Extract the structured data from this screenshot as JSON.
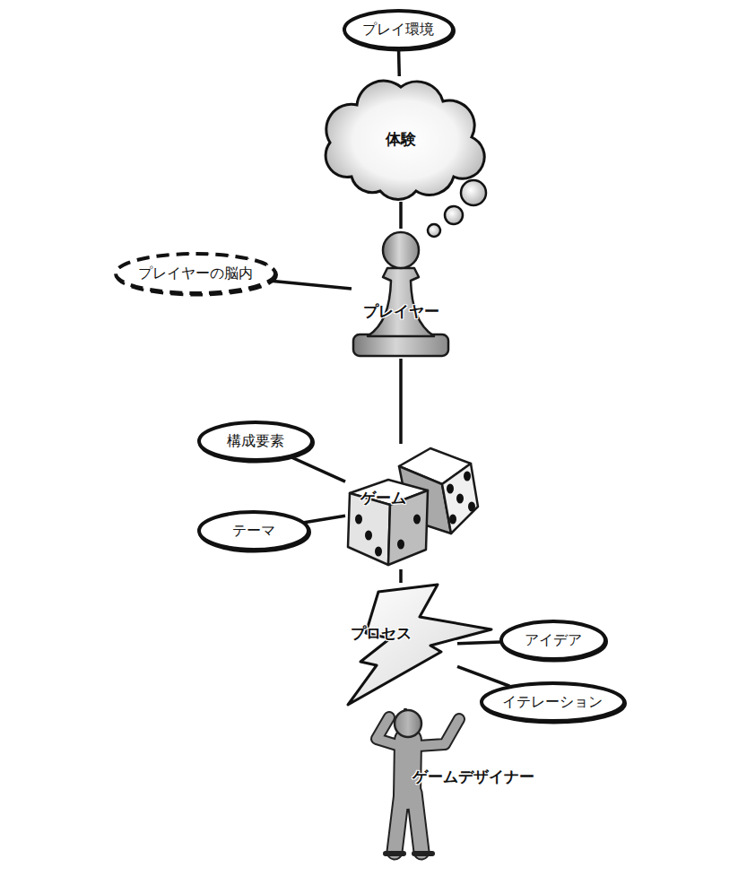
{
  "diagram": {
    "nodes": [
      {
        "text": [
          "プレイ環境"
        ]
      },
      {
        "text": [
          "体験"
        ]
      },
      {
        "text": [
          "プレイヤーの脳内"
        ]
      },
      {
        "text": [
          "プレイヤー"
        ]
      },
      {
        "text": [
          "構成要素"
        ]
      },
      {
        "text": [
          "ゲーム"
        ]
      },
      {
        "text": [
          "テーマ"
        ]
      },
      {
        "text": [
          "プロセス"
        ]
      },
      {
        "text": [
          "アイデア"
        ]
      },
      {
        "text": [
          "イテレーション"
        ]
      },
      {
        "text": [
          "ゲームデザイナー"
        ]
      }
    ],
    "edges": [
      {
        "from": 0,
        "to": 1,
        "arrow": "none"
      },
      {
        "from": 1,
        "to": 3,
        "arrow": "none"
      },
      {
        "from": 2,
        "to": 3,
        "arrow": "none"
      },
      {
        "from": 3,
        "to": 5,
        "arrow": "none"
      },
      {
        "from": 4,
        "to": 5,
        "arrow": "none"
      },
      {
        "from": 6,
        "to": 5,
        "arrow": "none"
      },
      {
        "from": 5,
        "to": 7,
        "arrow": "none"
      },
      {
        "from": 7,
        "to": 8,
        "arrow": "none"
      },
      {
        "from": 7,
        "to": 9,
        "arrow": "none"
      },
      {
        "from": 7,
        "to": 10,
        "arrow": "none"
      }
    ]
  }
}
